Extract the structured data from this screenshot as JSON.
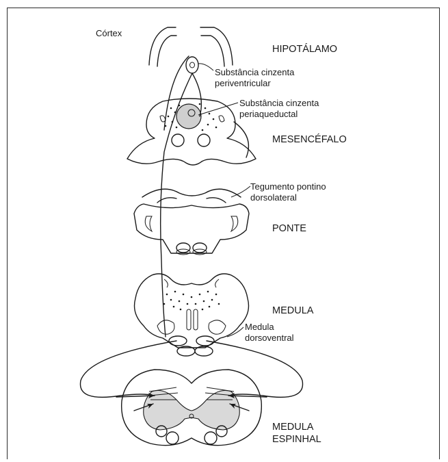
{
  "labels": {
    "cortex": "Córtex",
    "hypothalamus": "HIPOTÁLAMO",
    "periventricular_1": "Substância cinzenta",
    "periventricular_2": "periventricular",
    "periaqueductal_1": "Substância cinzenta",
    "periaqueductal_2": "periaqueductal",
    "midbrain": "MESENCÉFALO",
    "pontine_tegmentum_1": "Tegumento pontino",
    "pontine_tegmentum_2": "dorsolateral",
    "pons": "PONTE",
    "medulla": "MEDULA",
    "dorsoventral_medulla_1": "Medula",
    "dorsoventral_medulla_2": "dorsoventral",
    "spinal_cord_1": "MEDULA",
    "spinal_cord_2": "ESPINHAL"
  },
  "colors": {
    "ink": "#1a1a1a",
    "gray_matter": "#d9d9d9"
  }
}
